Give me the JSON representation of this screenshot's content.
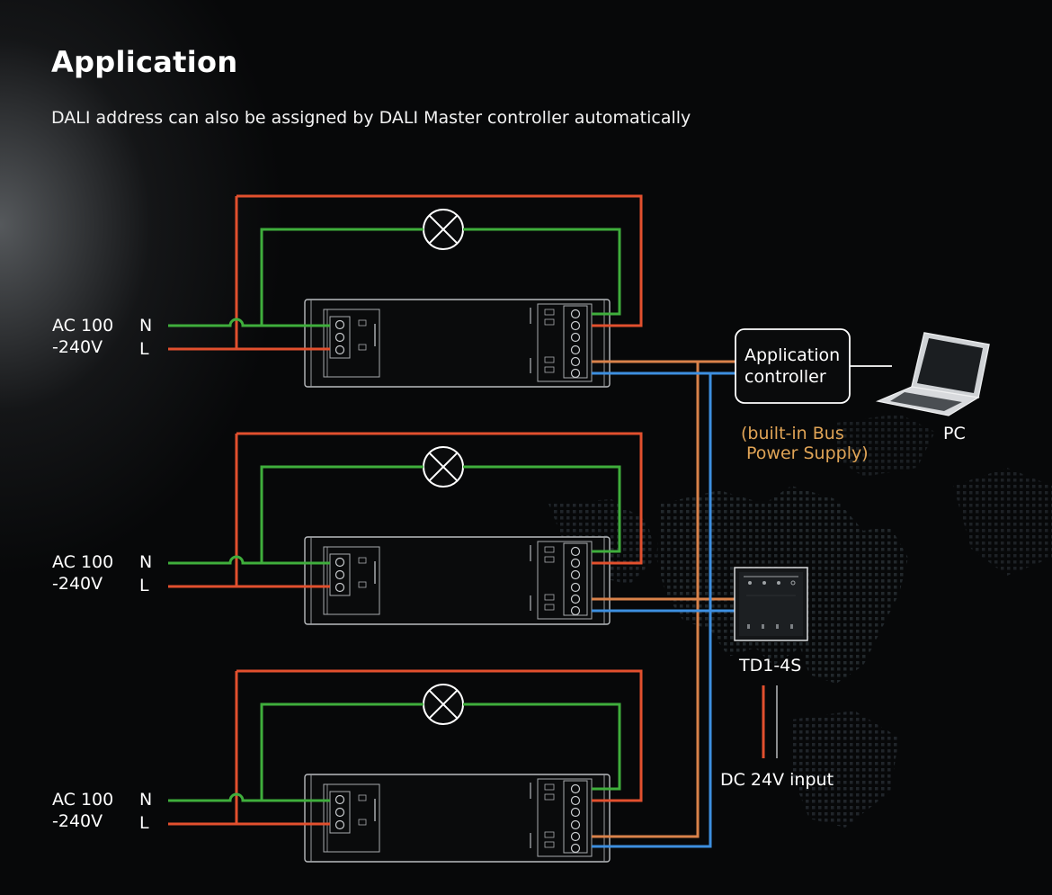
{
  "heading": {
    "title": "Application",
    "subtitle": "DALI address can also be assigned by DALI Master controller automatically"
  },
  "ac_input": {
    "voltage_line1": "AC 100",
    "voltage_line2": "-240V",
    "neutral": "N",
    "live": "L"
  },
  "app_controller": {
    "line1": "Application",
    "line2": "controller",
    "note_line1": "(built-in Bus",
    "note_line2": "Power Supply)"
  },
  "pc": {
    "label": "PC"
  },
  "panel": {
    "label": "TD1-4S"
  },
  "dc_input": {
    "label": "DC 24V input"
  },
  "colors": {
    "wire_live": "#e2502e",
    "wire_neutral": "#3fae3c",
    "wire_da1": "#d9824a",
    "wire_da2": "#3d8fe0",
    "accent_note": "#e0a456"
  }
}
